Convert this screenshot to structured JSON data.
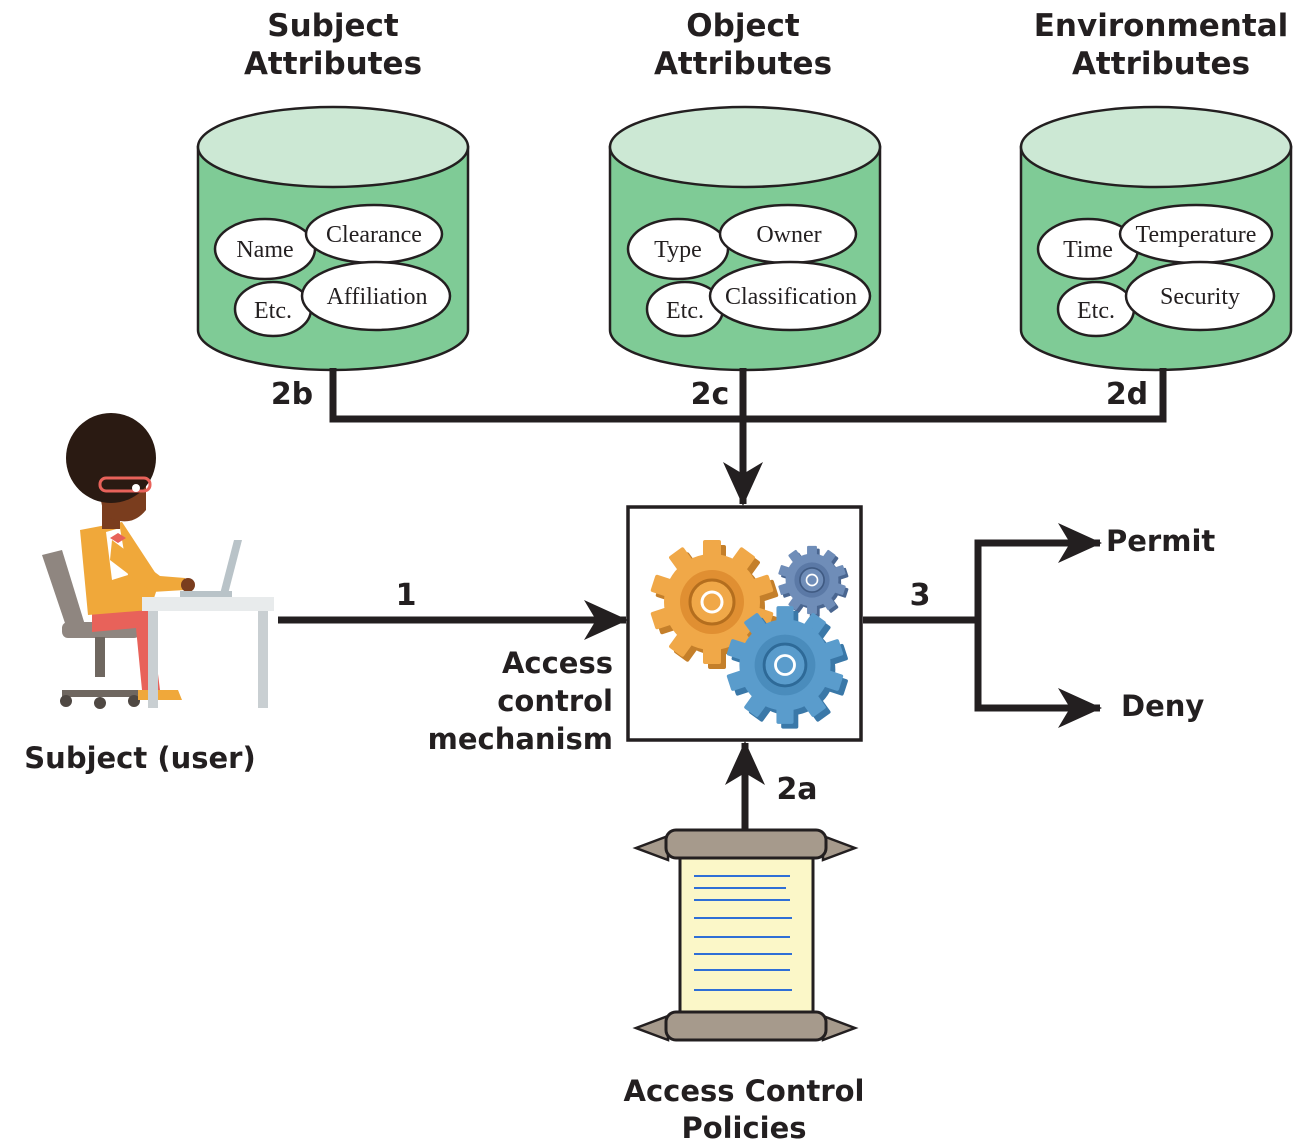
{
  "subject_db": {
    "title_line1": "Subject",
    "title_line2": "Attributes",
    "attributes": {
      "a": "Name",
      "b": "Clearance",
      "c": "Etc.",
      "d": "Affiliation"
    },
    "step": "2b"
  },
  "object_db": {
    "title_line1": "Object",
    "title_line2": "Attributes",
    "attributes": {
      "a": "Type",
      "b": "Owner",
      "c": "Etc.",
      "d": "Classification"
    },
    "step": "2c"
  },
  "environment_db": {
    "title_line1": "Environmental",
    "title_line2": "Attributes",
    "attributes": {
      "a": "Time",
      "b": "Temperature",
      "c": "Etc.",
      "d": "Security"
    },
    "step": "2d"
  },
  "subject": {
    "label": "Subject (user)",
    "step": "1"
  },
  "mechanism": {
    "line1": "Access",
    "line2": "control",
    "line3": "mechanism"
  },
  "policies": {
    "line1": "Access Control",
    "line2": "Policies",
    "step": "2a"
  },
  "decision": {
    "step": "3",
    "permit": "Permit",
    "deny": "Deny"
  },
  "colors": {
    "db_body": "#7fcb96",
    "db_top": "#cce8d4",
    "gear_orange": "#f0a848",
    "gear_blue": "#5a9ccc",
    "gear_navy": "#6f8db8",
    "scroll_paper": "#fbf7c8",
    "scroll_lines": "#2f6fd6",
    "scroll_rod": "#a69a8c"
  }
}
